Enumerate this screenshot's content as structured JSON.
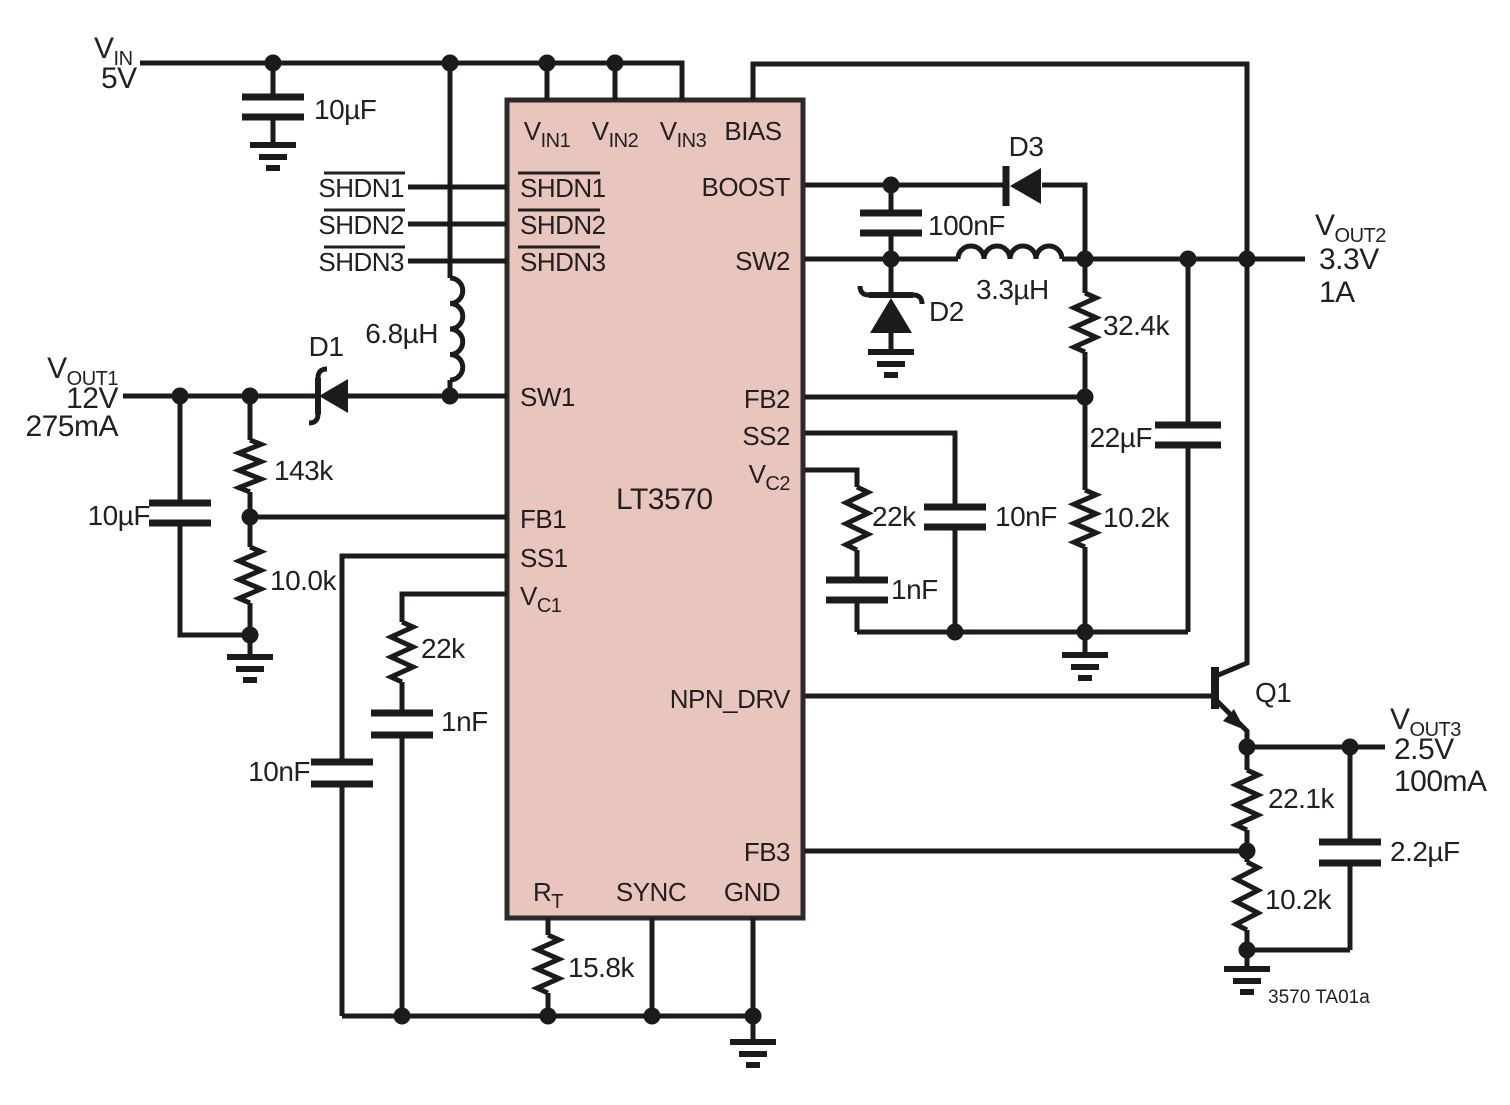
{
  "ic": {
    "part_number": "LT3570",
    "pins": {
      "vin1": {
        "main": "V",
        "sub": "IN1"
      },
      "vin2": {
        "main": "V",
        "sub": "IN2"
      },
      "vin3": {
        "main": "V",
        "sub": "IN3"
      },
      "bias": "BIAS",
      "shdn1": "SHDN1",
      "shdn2": "SHDN2",
      "shdn3": "SHDN3",
      "sw1": "SW1",
      "fb1": "FB1",
      "ss1": "SS1",
      "vc1": {
        "main": "V",
        "sub": "C1"
      },
      "rt": {
        "main": "R",
        "sub": "T"
      },
      "sync": "SYNC",
      "gnd": "GND",
      "boost": "BOOST",
      "sw2": "SW2",
      "fb2": "FB2",
      "ss2": "SS2",
      "vc2": {
        "main": "V",
        "sub": "C2"
      },
      "npn_drv": "NPN_DRV",
      "fb3": "FB3"
    }
  },
  "inputs": {
    "vin": {
      "main": "V",
      "sub": "IN",
      "voltage": "5V"
    },
    "shdn1": "SHDN1",
    "shdn2": "SHDN2",
    "shdn3": "SHDN3"
  },
  "outputs": {
    "vout1": {
      "main": "V",
      "sub": "OUT1",
      "voltage": "12V",
      "current": "275mA"
    },
    "vout2": {
      "main": "V",
      "sub": "OUT2",
      "voltage": "3.3V",
      "current": "1A"
    },
    "vout3": {
      "main": "V",
      "sub": "OUT3",
      "voltage": "2.5V",
      "current": "100mA"
    }
  },
  "components": {
    "cin": {
      "value": "10µF"
    },
    "l1": {
      "value": "6.8µH"
    },
    "d1": {
      "ref": "D1"
    },
    "r1_top": {
      "value": "143k"
    },
    "r1_bot": {
      "value": "10.0k"
    },
    "cout1": {
      "value": "10µF"
    },
    "rvc1": {
      "value": "22k"
    },
    "cvc1": {
      "value": "1nF"
    },
    "css1": {
      "value": "10nF"
    },
    "rt": {
      "value": "15.8k"
    },
    "cboost": {
      "value": "100nF"
    },
    "d3": {
      "ref": "D3"
    },
    "d2": {
      "ref": "D2"
    },
    "l2": {
      "value": "3.3µH"
    },
    "r2_top": {
      "value": "32.4k"
    },
    "r2_bot": {
      "value": "10.2k"
    },
    "cout2": {
      "value": "22µF"
    },
    "rvc2": {
      "value": "22k"
    },
    "cvc2": {
      "value": "1nF"
    },
    "css2": {
      "value": "10nF"
    },
    "q1": {
      "ref": "Q1"
    },
    "r3_top": {
      "value": "22.1k"
    },
    "r3_bot": {
      "value": "10.2k"
    },
    "cout3": {
      "value": "2.2µF"
    }
  },
  "footer": {
    "figure_id": "3570 TA01a"
  },
  "colors": {
    "ic_fill": "#e8c6be",
    "ic_border": "#2d2829",
    "wire": "#1d1a1b",
    "text": "#231f20"
  }
}
